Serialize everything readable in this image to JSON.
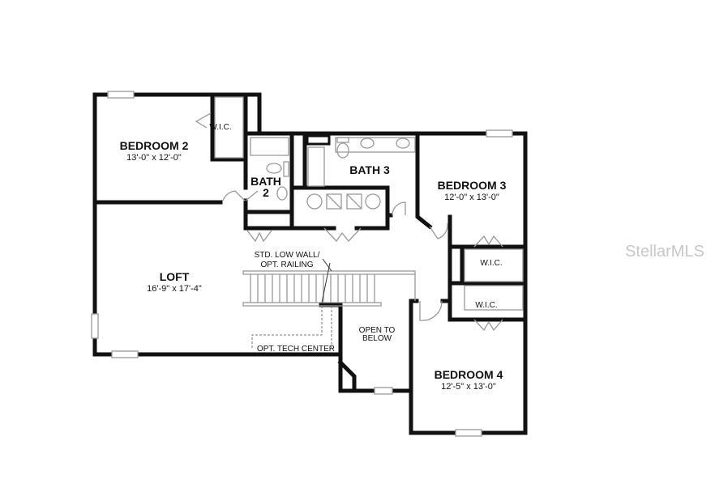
{
  "plan": {
    "rooms": {
      "bedroom2": {
        "name": "BEDROOM 2",
        "size": "13'-0\" x 12'-0\""
      },
      "bedroom3": {
        "name": "BEDROOM 3",
        "size": "12'-0\" x 13'-0\""
      },
      "bedroom4": {
        "name": "BEDROOM 4",
        "size": "12'-5\" x 13'-0\""
      },
      "loft": {
        "name": "LOFT",
        "size": "16'-9\" x 17'-4\""
      },
      "bath2": {
        "name_line1": "BATH",
        "name_line2": "2"
      },
      "bath3": {
        "name": "BATH 3"
      },
      "wic_bed2": "W.I.C.",
      "wic_bed3": "W.I.C.",
      "wic_bed4": "W.I.C."
    },
    "notes": {
      "low_wall_line1": "STD. LOW WALL/",
      "low_wall_line2": "OPT. RAILING",
      "open_below_line1": "OPEN TO",
      "open_below_line2": "BELOW",
      "tech_center": "OPT. TECH CENTER"
    },
    "watermark": "StellarMLS"
  }
}
